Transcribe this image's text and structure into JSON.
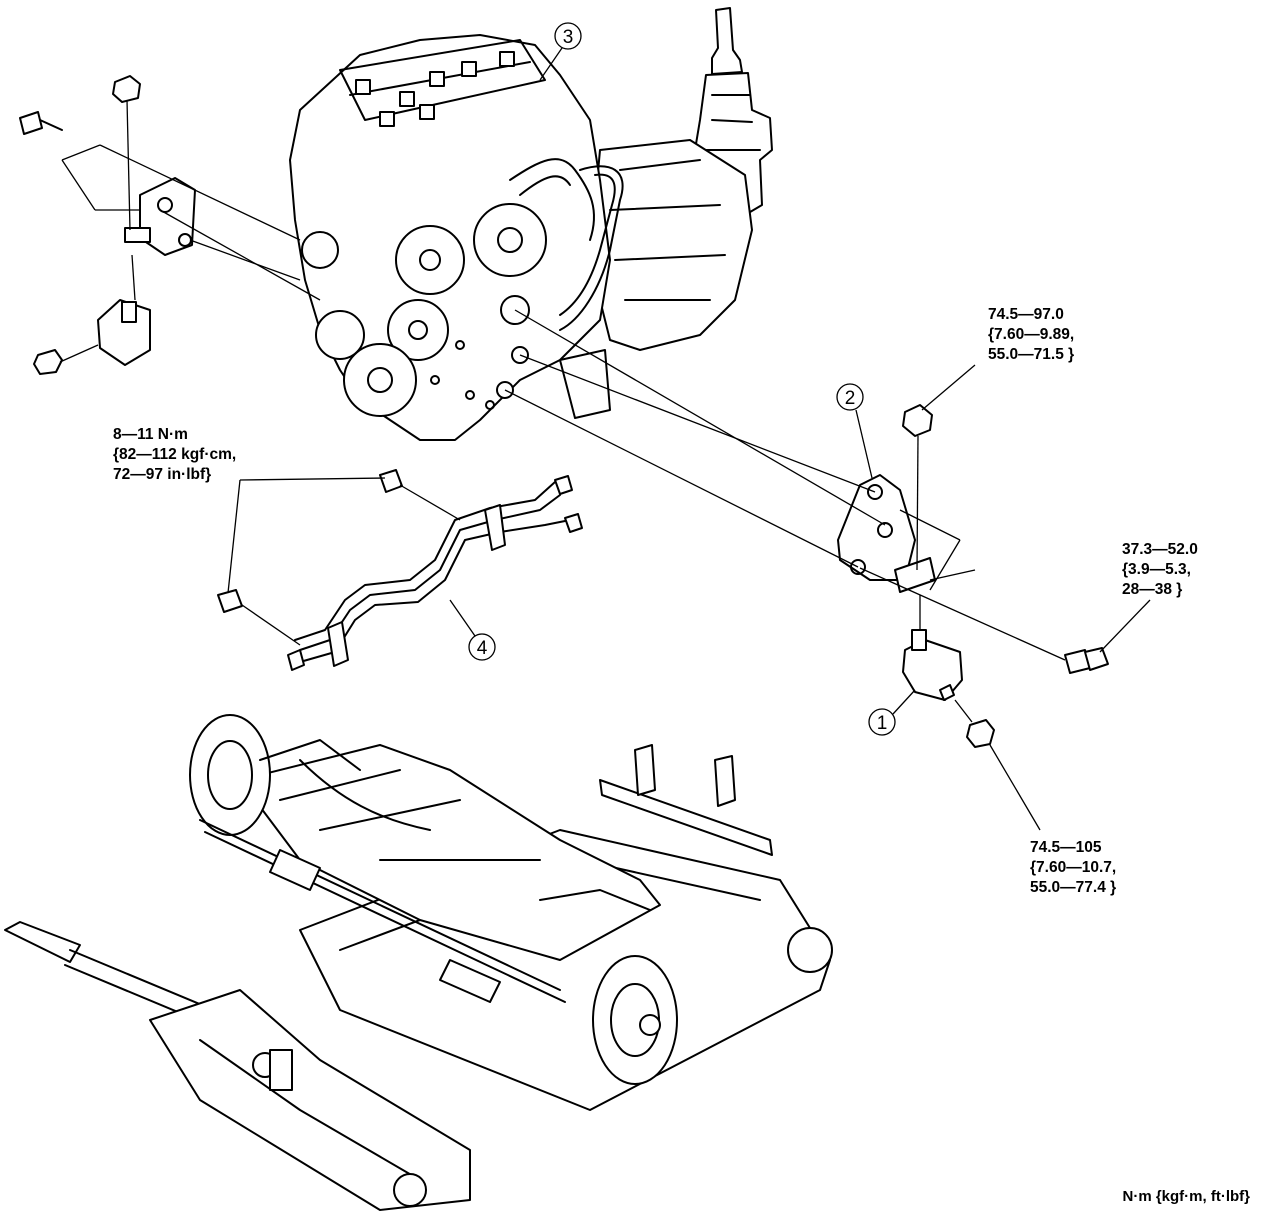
{
  "callouts": [
    {
      "id": "1",
      "label": "1"
    },
    {
      "id": "2",
      "label": "2"
    },
    {
      "id": "3",
      "label": "3"
    },
    {
      "id": "4",
      "label": "4"
    }
  ],
  "torques": {
    "mount_nut_upper": {
      "lines": [
        "74.5—97.0",
        "{7.60—9.89,",
        "55.0—71.5 }"
      ]
    },
    "pipe_bolts": {
      "lines": [
        "8—11 N·m",
        "{82—112 kgf·cm,",
        "72—97 in·lbf}"
      ]
    },
    "bracket_bolt": {
      "lines": [
        "37.3—52.0",
        "{3.9—5.3,",
        "28—38 }"
      ]
    },
    "mount_nut_lower": {
      "lines": [
        "74.5—105",
        "{7.60—10.7,",
        "55.0—77.4 }"
      ]
    }
  },
  "units_legend": "N·m {kgf·m, ft·lbf}",
  "icons": [
    "engine-assembly-drawing",
    "transmission-drawing",
    "engine-mount-bracket",
    "engine-mount-rubber",
    "oil-pipe-assembly",
    "jack-with-crossmember"
  ]
}
